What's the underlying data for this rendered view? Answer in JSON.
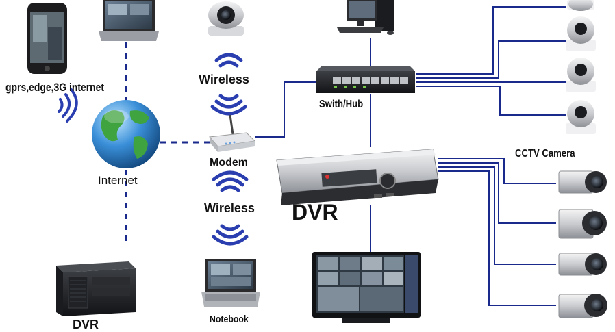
{
  "labels": {
    "gprs": "gprs,edge,3G internet",
    "wireless_top": "Wireless",
    "wireless_bottom": "Wireless",
    "internet": "Internet",
    "modem": "Modem",
    "switch": "Swith/Hub",
    "dvr": "DVR",
    "cctv": "CCTV Camera",
    "notebook": "Notebook",
    "pc_dvr_partial": "DVR"
  },
  "colors": {
    "wire": "#1a2a8c",
    "dashed_link": "#1a2a8c",
    "wireless_signal": "#2a3eb0",
    "globe_ocean": "#3a8fd8",
    "globe_land": "#3fa33f"
  },
  "icons": [
    "smartphone-icon",
    "laptop-icon",
    "ip-camera-icon",
    "desktop-pc-icon",
    "globe-icon",
    "wifi-signal-icon",
    "modem-icon",
    "switch-hub-icon",
    "dome-camera-icon",
    "dvr-recorder-icon",
    "bullet-camera-icon",
    "rack-server-icon",
    "notebook-icon",
    "monitor-icon"
  ]
}
